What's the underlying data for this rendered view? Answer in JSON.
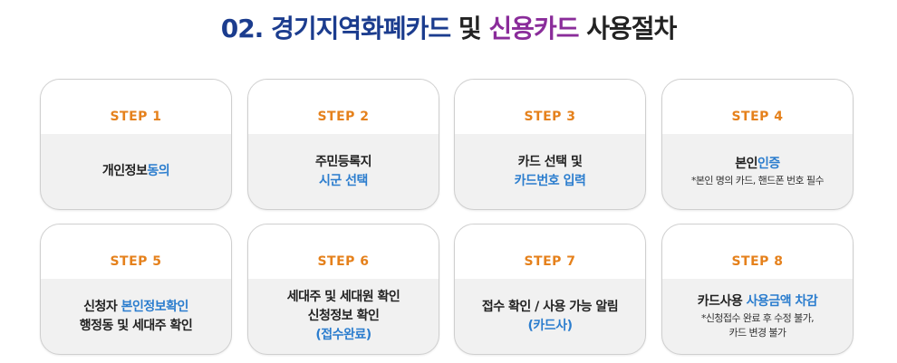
{
  "title": {
    "part1": "02. 경기지역화폐카드",
    "part2": " 및 ",
    "part3": "신용카드",
    "part4": " 사용절차",
    "color_blue": "#1b3c8e",
    "color_purple": "#8a2c9a",
    "color_dark": "#222222"
  },
  "colors": {
    "step": "#e5811c",
    "highlight": "#2b7dce"
  },
  "steps": [
    {
      "label": "STEP 1",
      "l1a": "개인정보",
      "l1b": "동의"
    },
    {
      "label": "STEP 2",
      "l1a": "주민등록지",
      "l2b": "시군 선택"
    },
    {
      "label": "STEP 3",
      "l1a": "카드 선택 및",
      "l2b": "카드번호 입력"
    },
    {
      "label": "STEP 4",
      "l1a": "본인",
      "l1b": "인증",
      "n1": "*본인 명의 카드, 핸드폰 번호 필수"
    },
    {
      "label": "STEP 5",
      "l1a": "신청자 ",
      "l1b": "본인정보확인",
      "l2a": "행정동 및 세대주 확인"
    },
    {
      "label": "STEP 6",
      "l1a": "세대주 및 세대원 확인",
      "l2a": "신청정보 확인",
      "l3b": "(접수완료)"
    },
    {
      "label": "STEP 7",
      "l1a": "접수 확인 / 사용 가능 알림",
      "l2b": "(카드사)"
    },
    {
      "label": "STEP 8",
      "l1a": "카드사용 ",
      "l1b": "사용금액 차감",
      "n1": "*신청접수 완료 후 수정 불가,",
      "n2": "카드 변경 불가"
    }
  ]
}
